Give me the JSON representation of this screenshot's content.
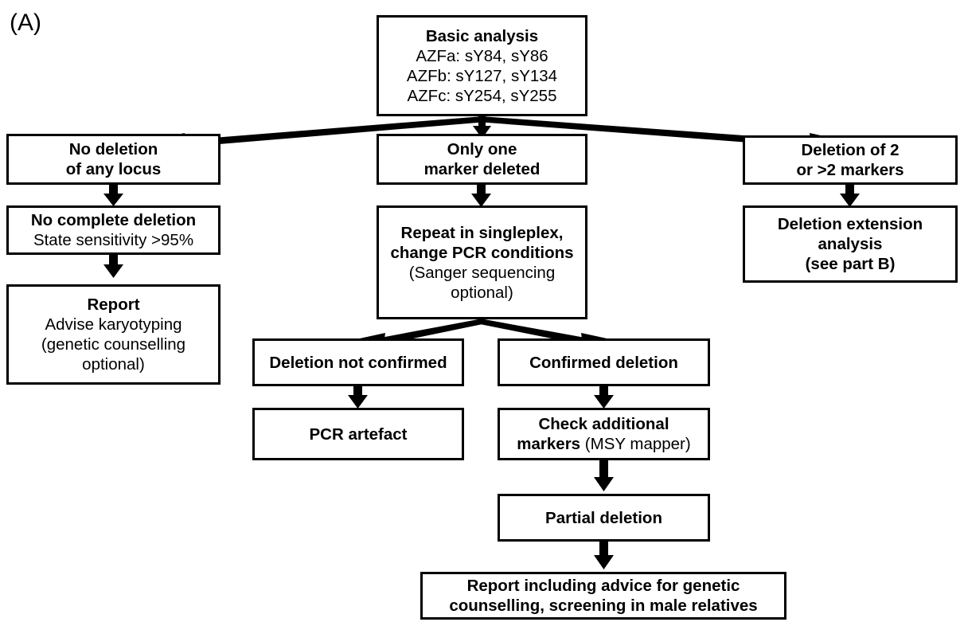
{
  "figure": {
    "panel_label": "(A)",
    "type": "flowchart",
    "title": "AZF microdeletion basic analysis decision tree"
  },
  "colors": {
    "background": "#ffffff",
    "box_border": "#000000",
    "text": "#000000",
    "arrow": "#000000"
  },
  "nodes": {
    "basic_analysis": {
      "lines": [
        {
          "text": "Basic analysis",
          "bold": true
        },
        {
          "text": "AZFa: sY84, sY86",
          "bold": false
        },
        {
          "text": "AZFb: sY127, sY134",
          "bold": false
        },
        {
          "text": "AZFc: sY254, sY255",
          "bold": false
        }
      ]
    },
    "no_deletion": {
      "lines": [
        {
          "text": "No deletion",
          "bold": true
        },
        {
          "text": "of any locus",
          "bold": true
        }
      ]
    },
    "no_complete_deletion": {
      "lines": [
        {
          "text": "No complete deletion",
          "bold": true
        },
        {
          "text": "State sensitivity >95%",
          "bold": false
        }
      ]
    },
    "report_left": {
      "lines": [
        {
          "text": "Report",
          "bold": true
        },
        {
          "text": "Advise karyotyping",
          "bold": false
        },
        {
          "text": "(genetic counselling",
          "bold": false
        },
        {
          "text": "optional)",
          "bold": false
        }
      ]
    },
    "only_one_marker": {
      "lines": [
        {
          "text": "Only one",
          "bold": true
        },
        {
          "text": "marker deleted",
          "bold": true
        }
      ]
    },
    "repeat_singleplex": {
      "lines": [
        {
          "text": "Repeat in singleplex,",
          "bold": true
        },
        {
          "text": "change PCR conditions",
          "bold": true
        },
        {
          "text": "(Sanger sequencing",
          "bold": false
        },
        {
          "text": "optional)",
          "bold": false
        }
      ]
    },
    "deletion_two_or_more": {
      "lines": [
        {
          "text": "Deletion of 2",
          "bold": true
        },
        {
          "text": "or >2 markers",
          "bold": true
        }
      ]
    },
    "deletion_extension": {
      "lines": [
        {
          "text": "Deletion extension",
          "bold": true
        },
        {
          "text": "analysis",
          "bold": true
        },
        {
          "text": "(see part B)",
          "bold": true
        }
      ]
    },
    "deletion_not_confirmed": {
      "lines": [
        {
          "text": "Deletion not confirmed",
          "bold": true
        }
      ]
    },
    "pcr_artefact": {
      "lines": [
        {
          "text": "PCR artefact",
          "bold": true
        }
      ]
    },
    "confirmed_deletion": {
      "lines": [
        {
          "text": "Confirmed deletion",
          "bold": true
        }
      ]
    },
    "check_additional_markers": {
      "line1": "Check additional",
      "line2_bold": "markers",
      "line2_rest": " (MSY mapper)"
    },
    "partial_deletion": {
      "lines": [
        {
          "text": "Partial deletion",
          "bold": true
        }
      ]
    },
    "report_bottom": {
      "lines": [
        {
          "text": "Report including advice for genetic",
          "bold": true
        },
        {
          "text": "counselling, screening in male relatives",
          "bold": true
        }
      ]
    }
  },
  "edges": [
    {
      "from": "basic_analysis",
      "to": "no_deletion",
      "style": "fan-left"
    },
    {
      "from": "basic_analysis",
      "to": "only_one_marker",
      "style": "straight"
    },
    {
      "from": "basic_analysis",
      "to": "deletion_two_or_more",
      "style": "fan-right"
    },
    {
      "from": "no_deletion",
      "to": "no_complete_deletion",
      "style": "straight"
    },
    {
      "from": "no_complete_deletion",
      "to": "report_left",
      "style": "straight"
    },
    {
      "from": "only_one_marker",
      "to": "repeat_singleplex",
      "style": "straight"
    },
    {
      "from": "deletion_two_or_more",
      "to": "deletion_extension",
      "style": "straight"
    },
    {
      "from": "repeat_singleplex",
      "to": "deletion_not_confirmed",
      "style": "fan-left"
    },
    {
      "from": "repeat_singleplex",
      "to": "confirmed_deletion",
      "style": "fan-right"
    },
    {
      "from": "deletion_not_confirmed",
      "to": "pcr_artefact",
      "style": "straight"
    },
    {
      "from": "confirmed_deletion",
      "to": "check_additional_markers",
      "style": "straight"
    },
    {
      "from": "check_additional_markers",
      "to": "partial_deletion",
      "style": "straight"
    },
    {
      "from": "partial_deletion",
      "to": "report_bottom",
      "style": "straight"
    }
  ]
}
